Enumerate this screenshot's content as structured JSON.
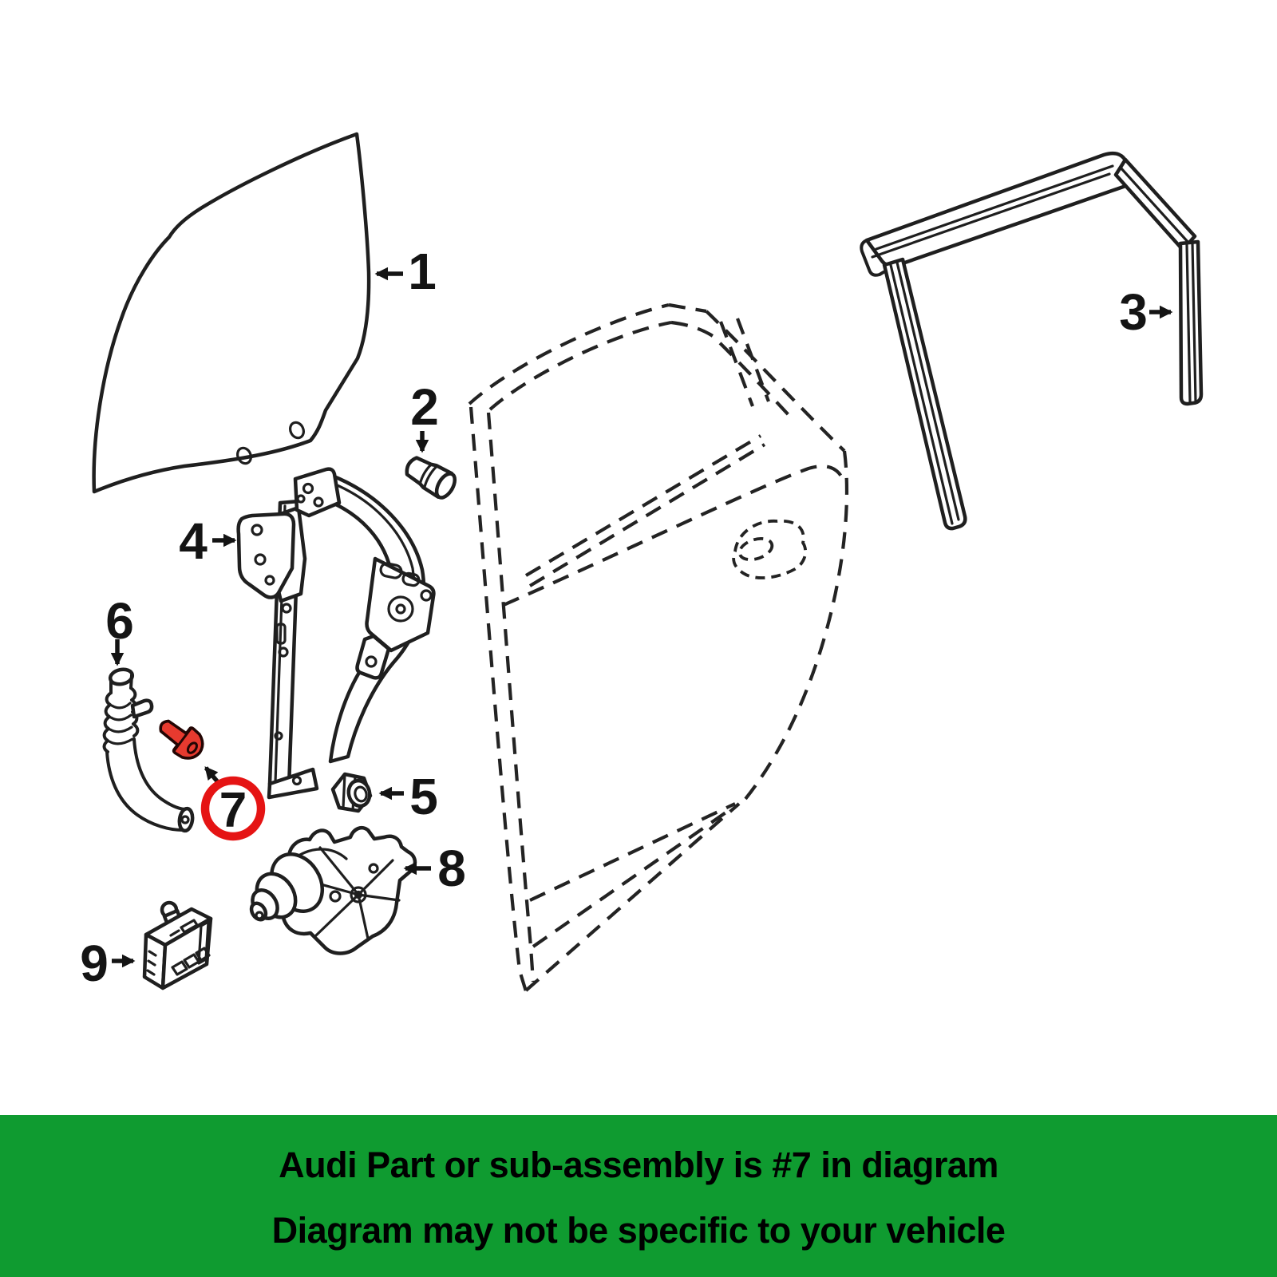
{
  "footer": {
    "line1": "Audi Part or sub-assembly is #7 in diagram",
    "line2": "Diagram may not be specific to your vehicle",
    "background_color": "#0f9b30",
    "text_color": "#000000"
  },
  "diagram": {
    "background_color": "#ffffff",
    "line_color": "#1f1f1f",
    "highlighted_part": {
      "number": "7",
      "circle_color": "#e51414",
      "part_fill_color": "#e73a2f"
    },
    "callouts": [
      {
        "number": "1",
        "part": "door-glass"
      },
      {
        "number": "2",
        "part": "spacer-bushing"
      },
      {
        "number": "3",
        "part": "glass-run-channel"
      },
      {
        "number": "4",
        "part": "window-regulator"
      },
      {
        "number": "5",
        "part": "nut"
      },
      {
        "number": "6",
        "part": "cable-conduit"
      },
      {
        "number": "7",
        "part": "screw",
        "highlighted": true
      },
      {
        "number": "8",
        "part": "window-motor"
      },
      {
        "number": "9",
        "part": "control-module"
      }
    ]
  }
}
